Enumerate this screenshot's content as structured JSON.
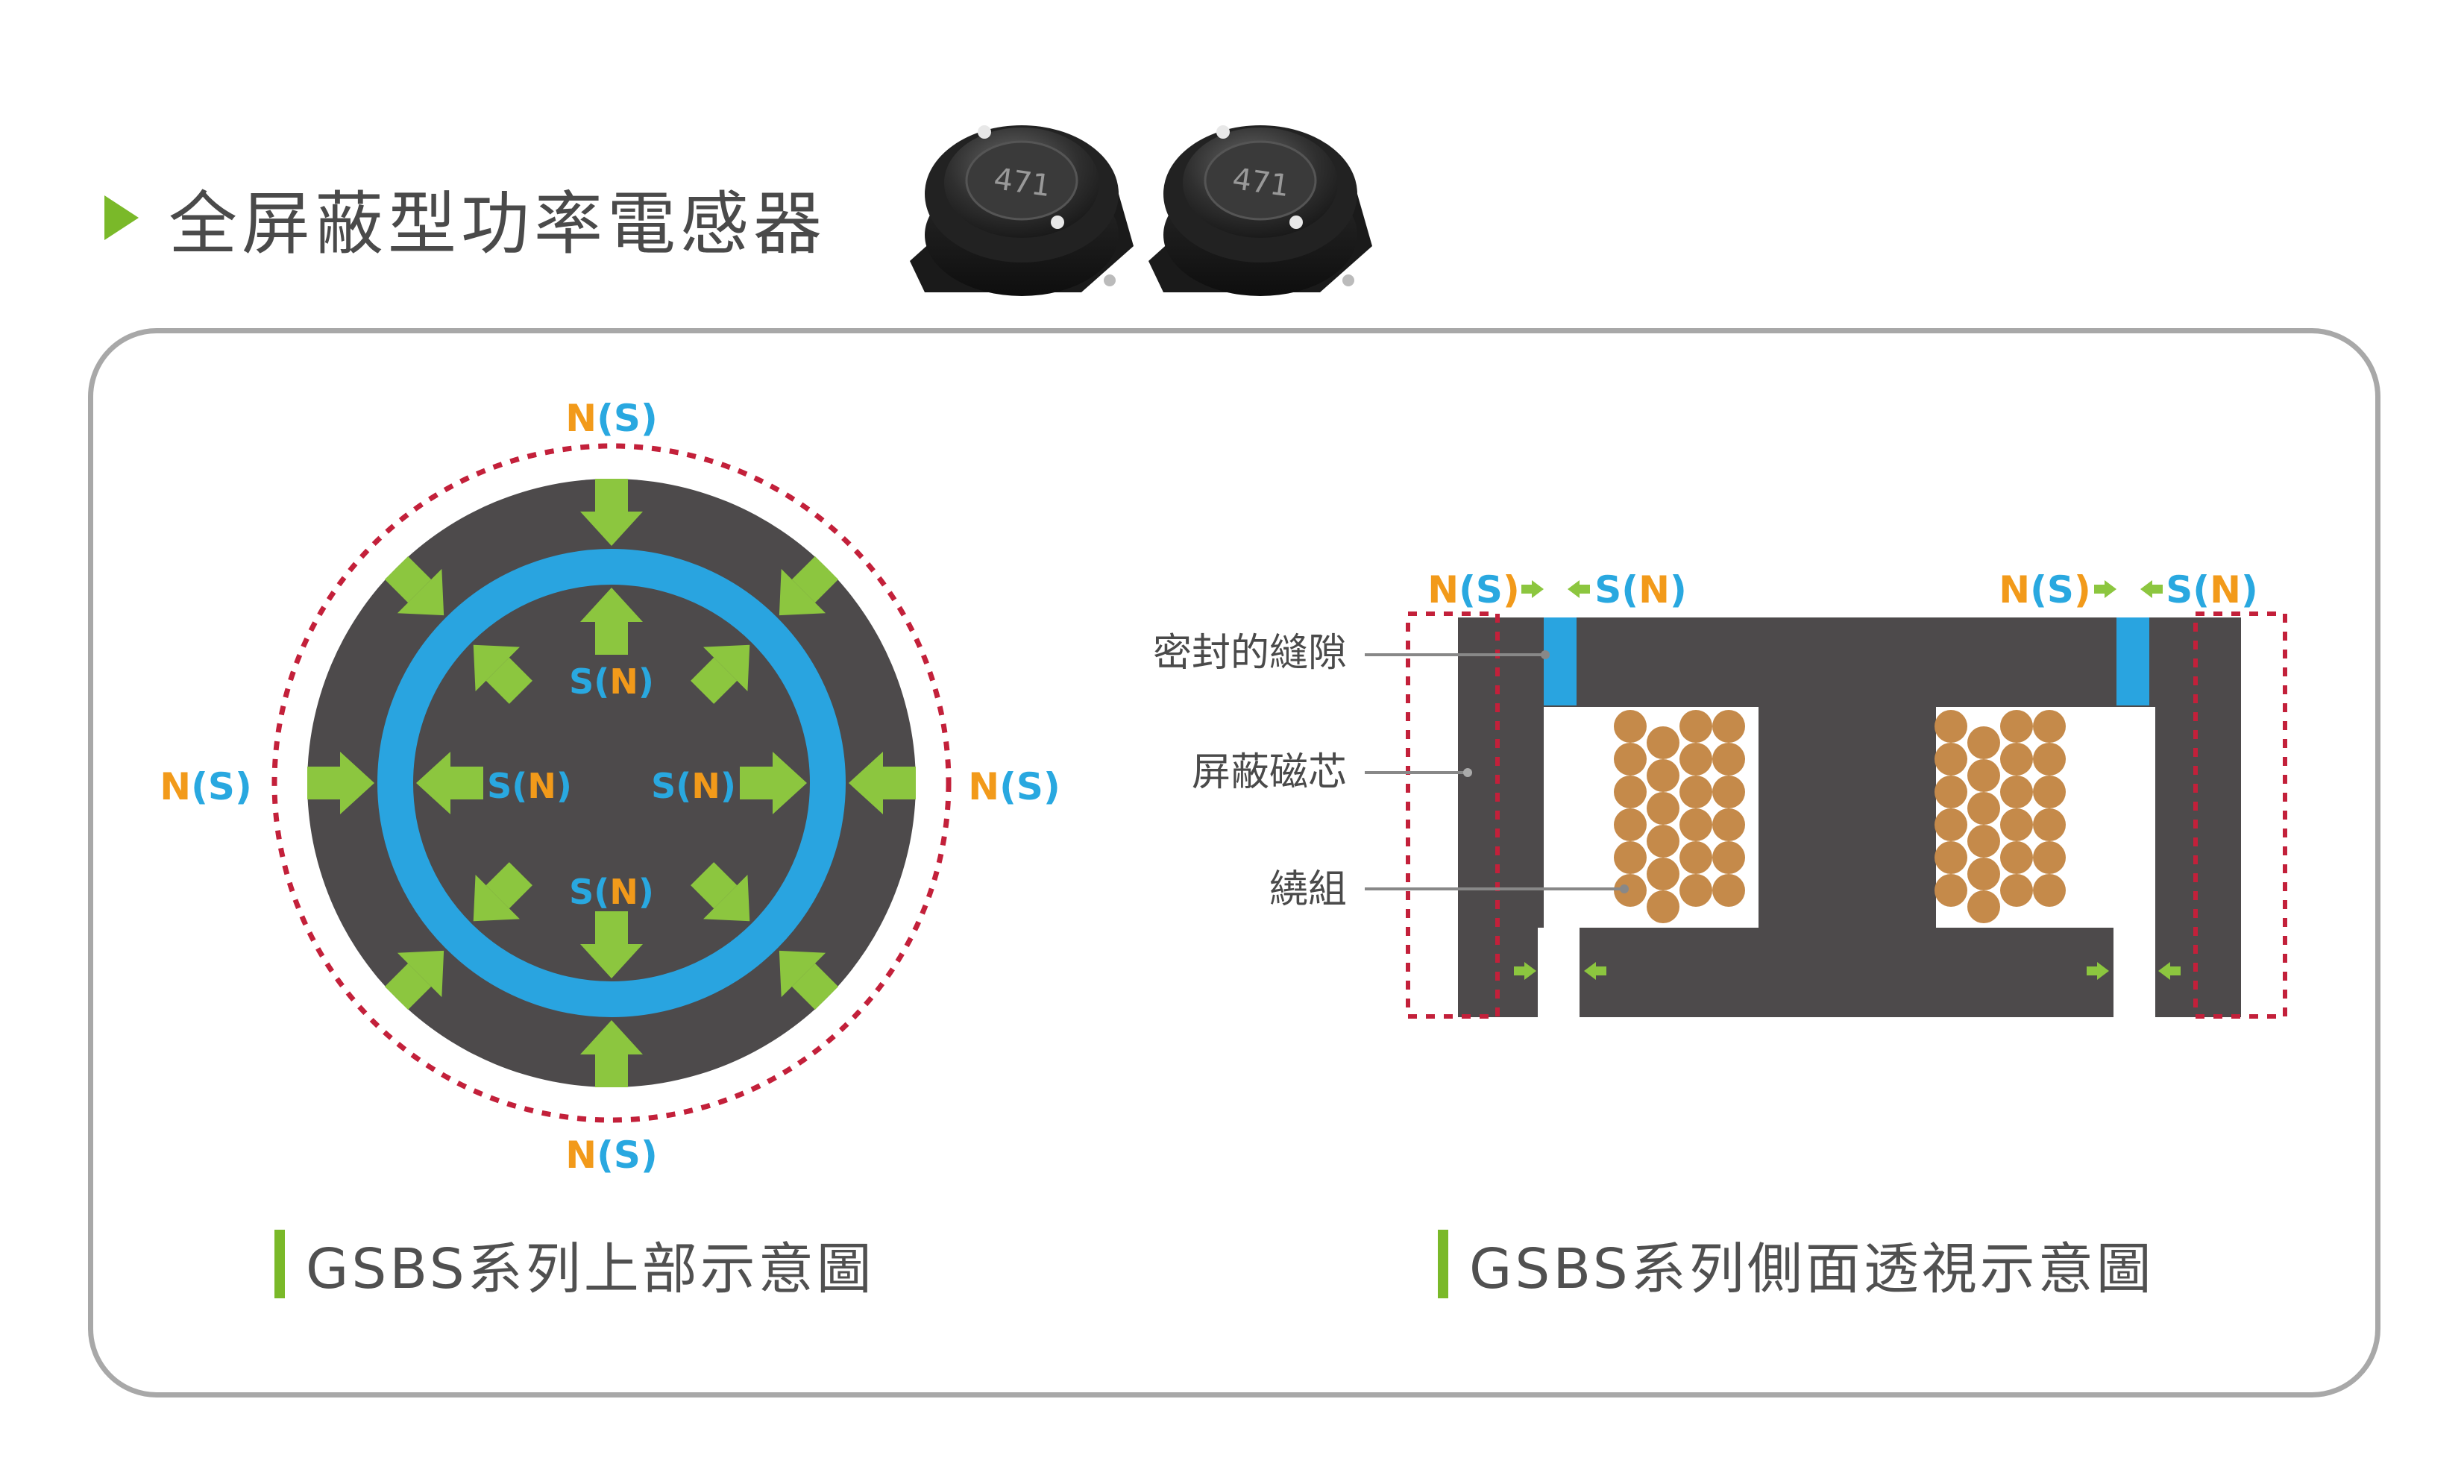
{
  "title": "全屏蔽型功率電感器",
  "product": {
    "marking_1": "471",
    "marking_2": "471"
  },
  "labels": {
    "n": "N",
    "s": "S",
    "open": "(",
    "close": ")"
  },
  "side_labels": {
    "gap": "密封的縫隙",
    "core": "屏蔽磁芯",
    "winding": "繞組"
  },
  "captions": {
    "left": "GSBS系列上部示意圖",
    "right": "GSBS系列側面透視示意圖"
  },
  "colors": {
    "orange": "#f29a1a",
    "blue": "#29a8e0",
    "green": "#8cc63f",
    "accent": "#7ab929",
    "core": "#4d4a4b",
    "gap": "#29a4e0",
    "coil": "#c58a4a",
    "dotted": "#c3203a"
  }
}
